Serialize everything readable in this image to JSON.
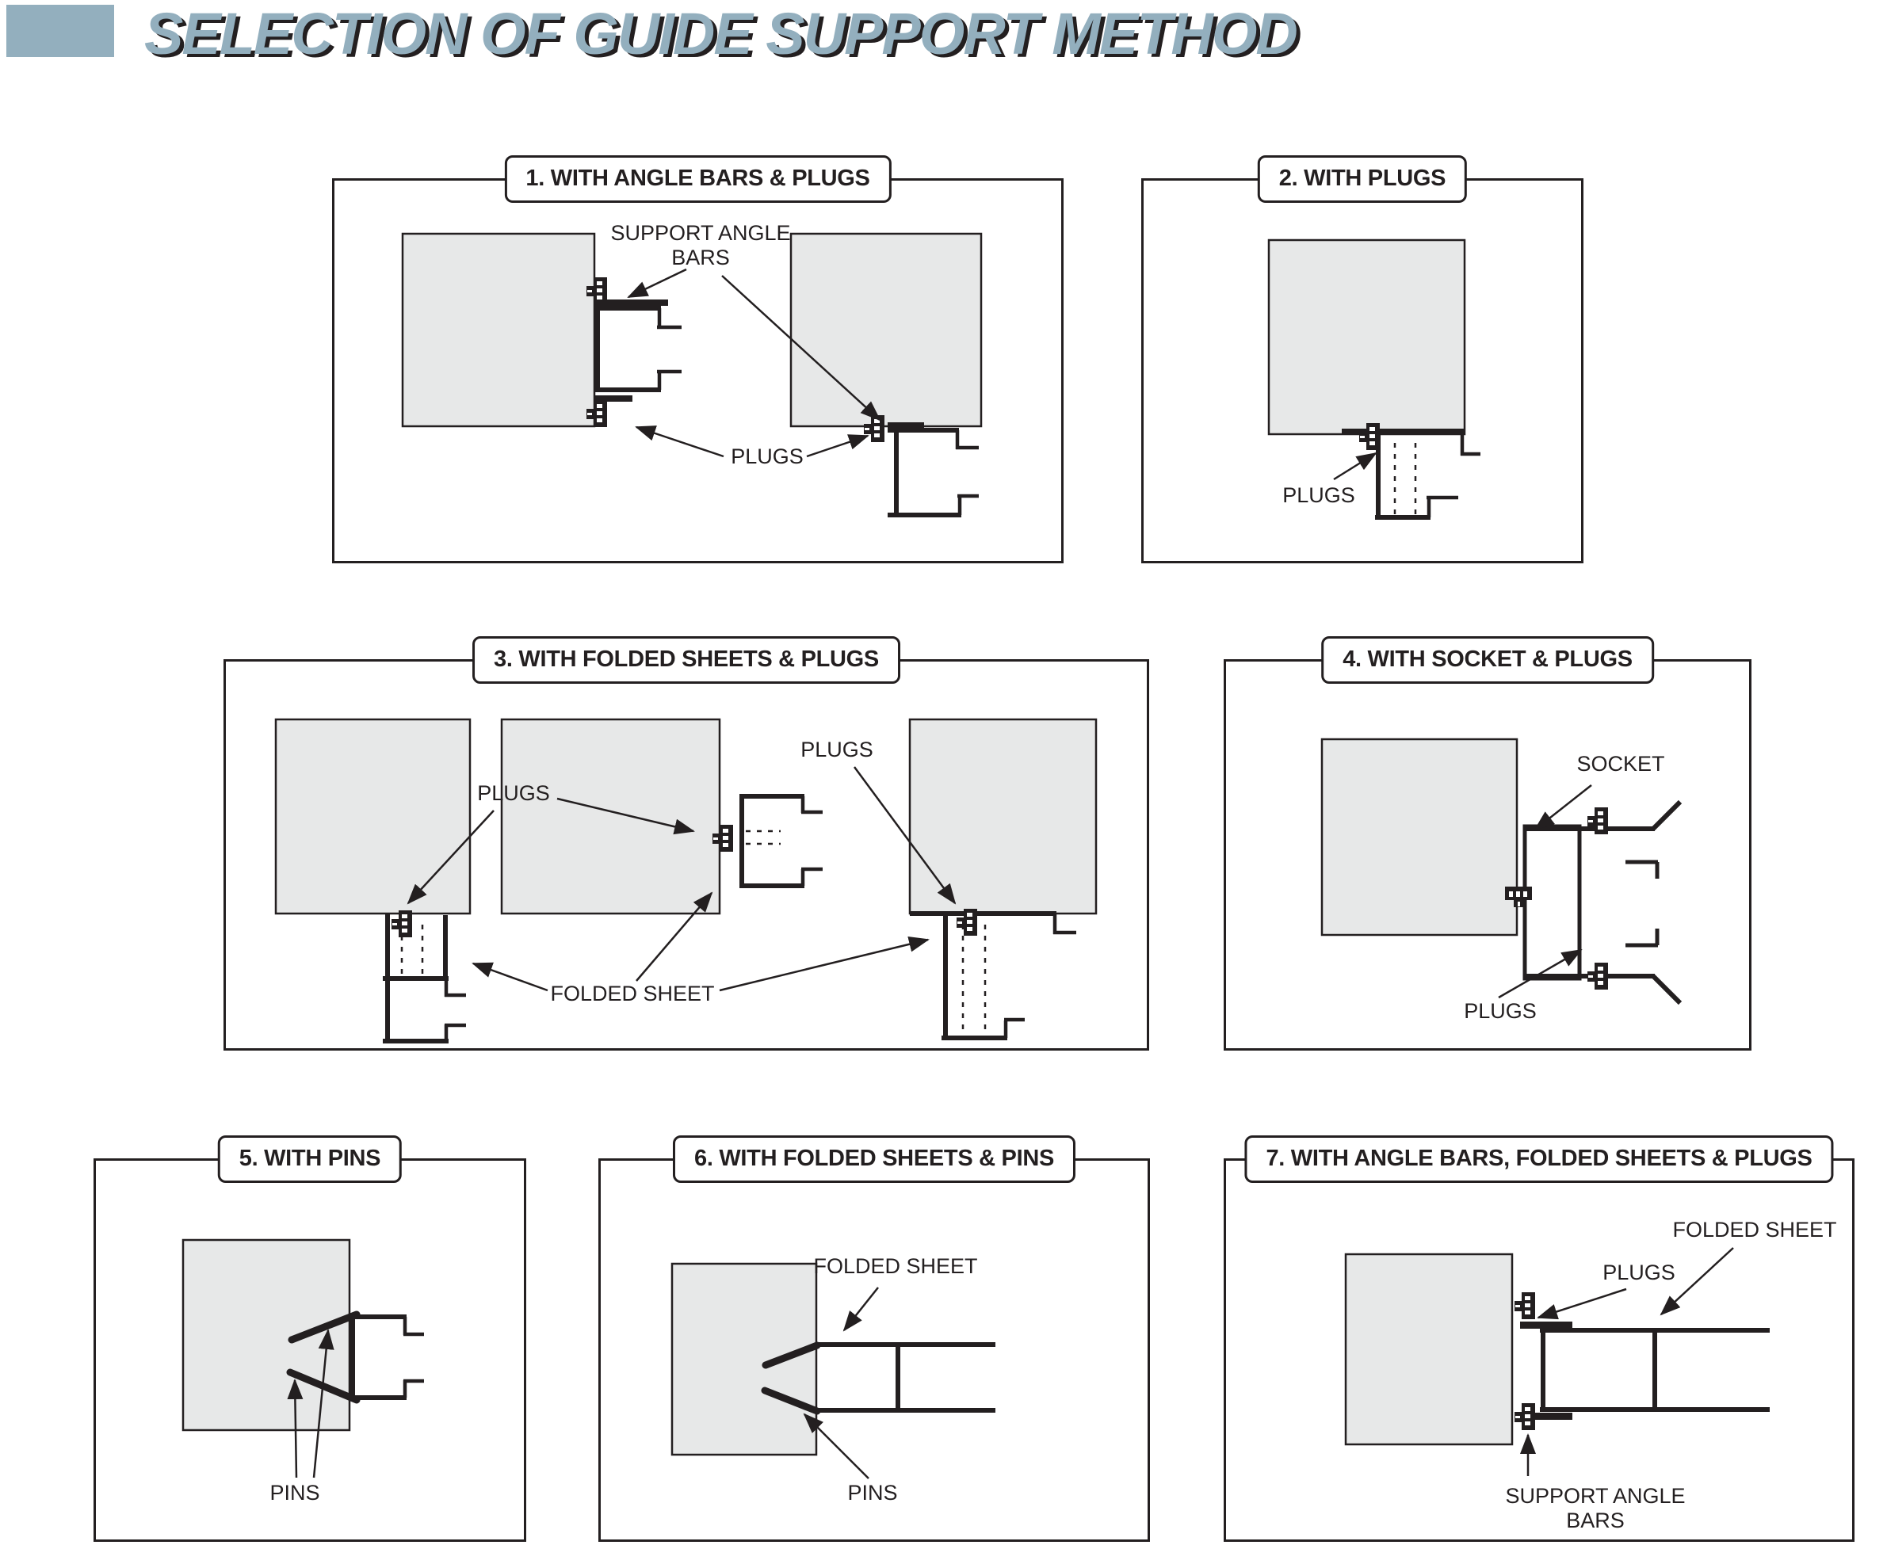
{
  "header": {
    "title": "SELECTION OF GUIDE SUPPORT METHOD",
    "accent_color": "#93afbe"
  },
  "colors": {
    "line": "#231f20",
    "block_fill": "#e7e8e8",
    "background": "#ffffff"
  },
  "panels": [
    {
      "number": "1",
      "title": "1. WITH ANGLE BARS & PLUGS",
      "labels": {
        "support_angle_bars": "SUPPORT ANGLE BARS",
        "plugs": "PLUGS"
      }
    },
    {
      "number": "2",
      "title": "2. WITH PLUGS",
      "labels": {
        "plugs": "PLUGS"
      }
    },
    {
      "number": "3",
      "title": "3. WITH FOLDED SHEETS & PLUGS",
      "labels": {
        "plugs_left": "PLUGS",
        "plugs_right": "PLUGS",
        "folded_sheet": "FOLDED SHEET"
      }
    },
    {
      "number": "4",
      "title": "4. WITH SOCKET & PLUGS",
      "labels": {
        "socket": "SOCKET",
        "plugs": "PLUGS"
      }
    },
    {
      "number": "5",
      "title": "5. WITH PINS",
      "labels": {
        "pins": "PINS"
      }
    },
    {
      "number": "6",
      "title": "6. WITH FOLDED SHEETS & PINS",
      "labels": {
        "folded_sheet": "FOLDED SHEET",
        "pins": "PINS"
      }
    },
    {
      "number": "7",
      "title": "7. WITH ANGLE BARS, FOLDED SHEETS & PLUGS",
      "labels": {
        "folded_sheet": "FOLDED SHEET",
        "plugs": "PLUGS",
        "support_angle_bars": "SUPPORT ANGLE BARS"
      }
    }
  ]
}
